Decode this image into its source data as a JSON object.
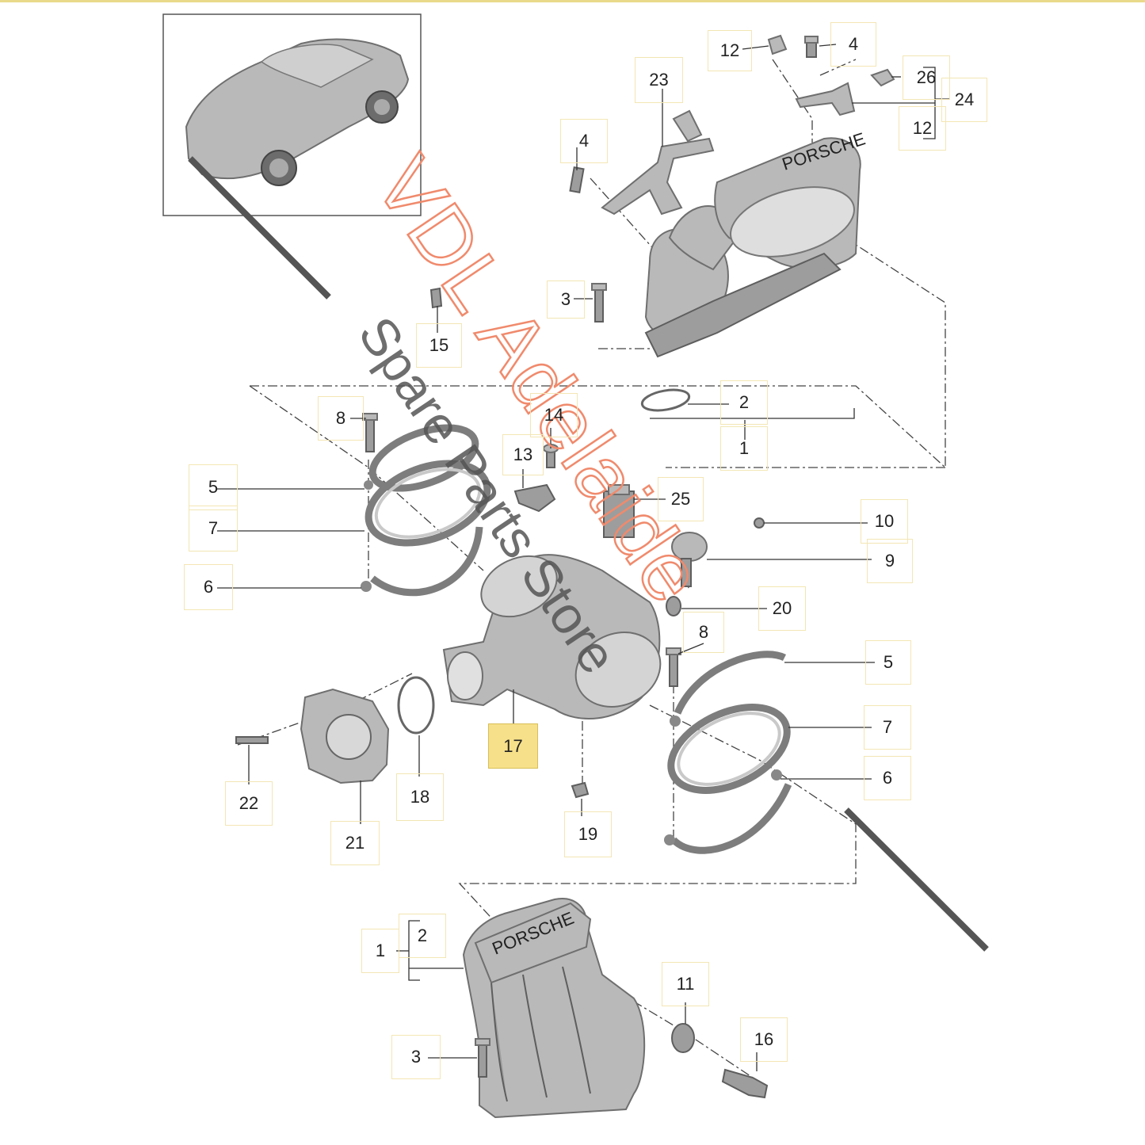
{
  "diagram": {
    "watermark": {
      "line1": "VDL Adelaide",
      "line2": "Spare Parts Store"
    },
    "emblem_text": "PORSCHE",
    "highlight_color": "#f6e08a",
    "watermark_color": "#f08a6c",
    "callouts": {
      "c12a": "12",
      "c4a": "4",
      "c26": "26",
      "c24": "24",
      "c12b": "12",
      "c23": "23",
      "c4b": "4",
      "c3a": "3",
      "c15": "15",
      "c2a": "2",
      "c1a": "1",
      "c8a": "8",
      "c14": "14",
      "c13": "13",
      "c25": "25",
      "c5a": "5",
      "c7a": "7",
      "c6a": "6",
      "c10": "10",
      "c9": "9",
      "c20": "20",
      "c8b": "8",
      "c5b": "5",
      "c7b": "7",
      "c6b": "6",
      "c17": "17",
      "c22": "22",
      "c18": "18",
      "c21": "21",
      "c19": "19",
      "c1b": "1",
      "c2b": "2",
      "c11": "11",
      "c16": "16",
      "c3b": "3"
    }
  }
}
